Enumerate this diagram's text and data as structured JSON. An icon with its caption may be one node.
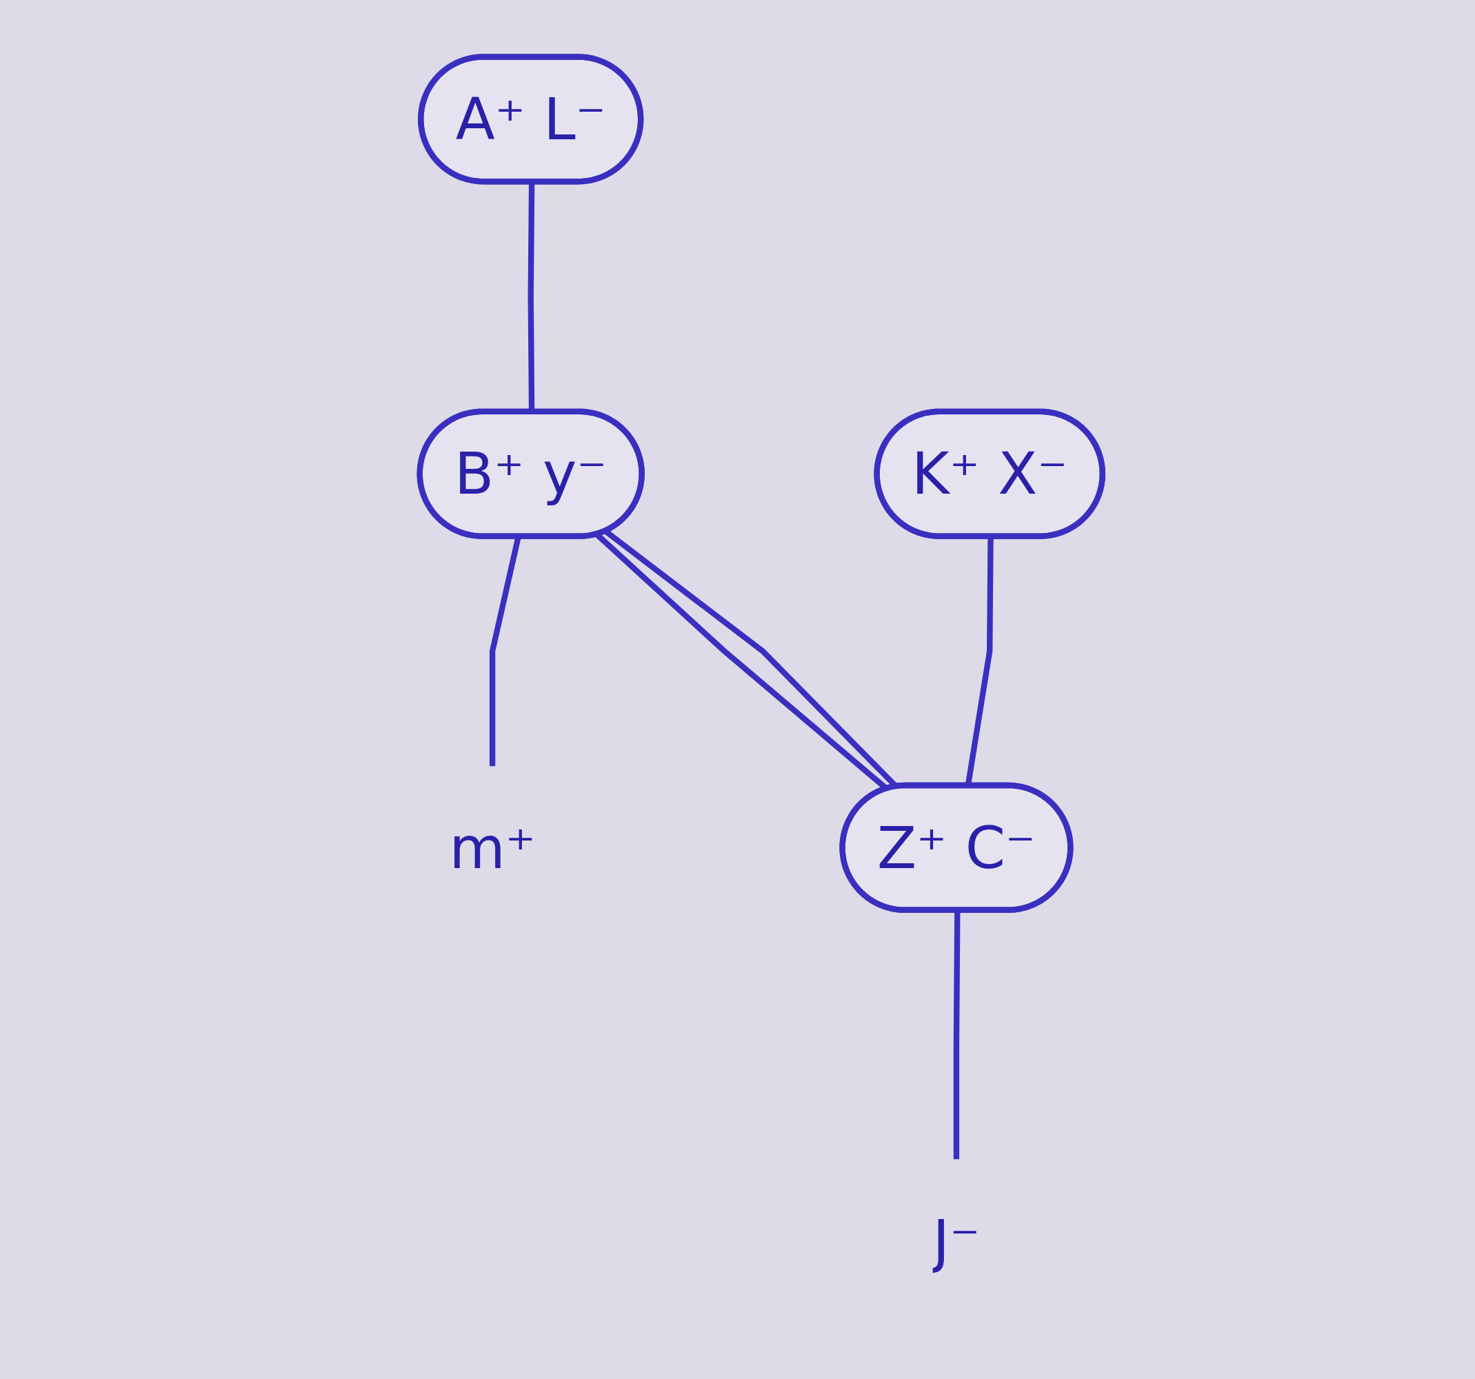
{
  "diagram": {
    "nodes": [
      {
        "text": [
          "A⁺ L⁻"
        ]
      },
      {
        "text": [
          "K⁺ X⁻"
        ]
      },
      {
        "text": [
          "B⁺ y⁻"
        ]
      },
      {
        "text": [
          "Z⁺ C⁻"
        ]
      },
      {
        "text": [
          "m⁺"
        ]
      },
      {
        "text": [
          "J⁻"
        ]
      }
    ],
    "edges": [
      {
        "from": 0,
        "to": 2,
        "arrow": "none"
      },
      {
        "from": 1,
        "to": 3,
        "arrow": "none"
      },
      {
        "from": 2,
        "to": 3,
        "arrow": "none"
      },
      {
        "from": 2,
        "to": 3,
        "arrow": "none"
      },
      {
        "from": 2,
        "to": 4,
        "arrow": "none"
      },
      {
        "from": 3,
        "to": 5,
        "arrow": "none"
      }
    ]
  }
}
